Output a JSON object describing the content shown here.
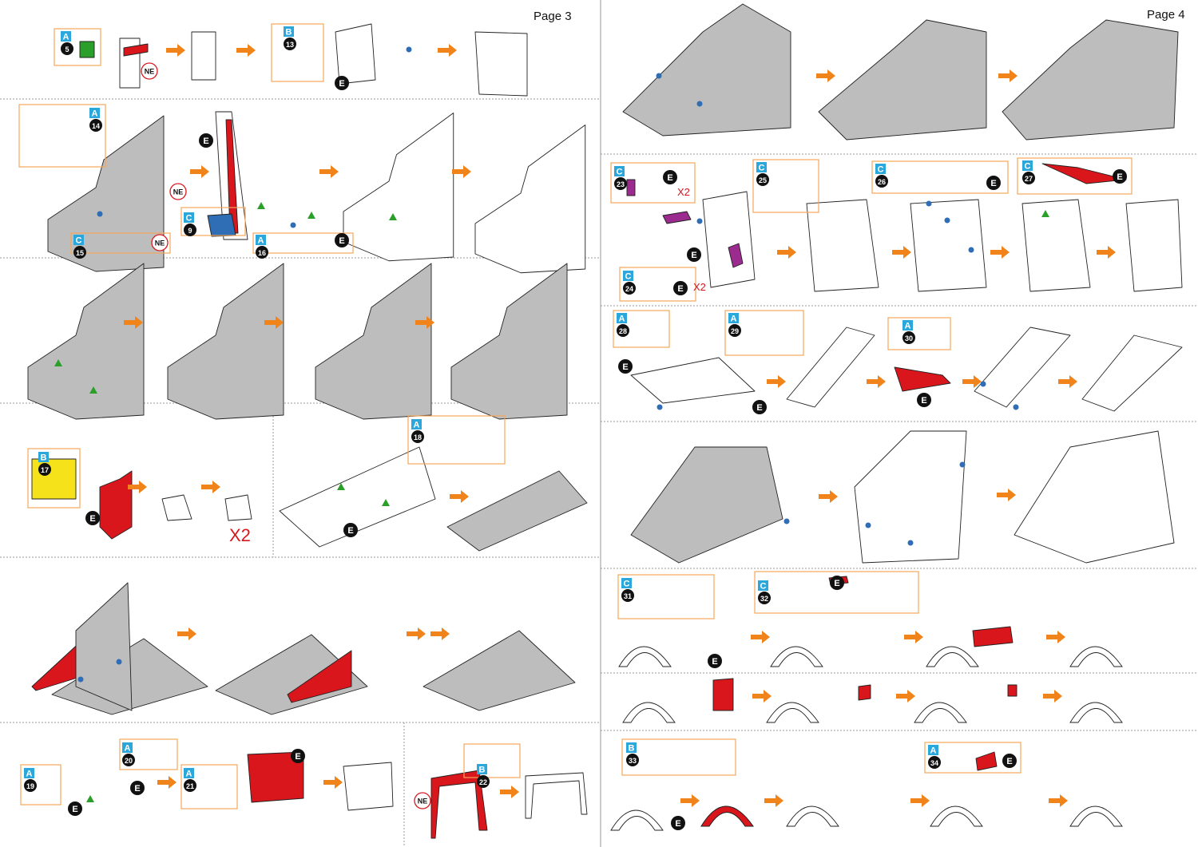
{
  "pages": [
    {
      "label": "Page 3"
    },
    {
      "label": "Page 4"
    }
  ],
  "colors": {
    "part_outline": "#222222",
    "part_fill": "#ffffff",
    "grey_fill": "#bdbdbd",
    "red": "#d9161c",
    "green": "#2aa02a",
    "yellow": "#f5e21b",
    "blue": "#2f6db5",
    "purple": "#9b2b8f",
    "orange_arrow": "#f0841a",
    "callout_border": "#f2a65a",
    "badge_sheet": "#2ca7dc",
    "badge_step": "#111111",
    "ne_ring": "#d9161c",
    "separator": "#999999"
  },
  "icons": {
    "next_step": "orange-arrow-icon",
    "glue_point": "blue-dot-icon",
    "alignment_mark": "green-triangle-icon",
    "tool_marker": "e-tool-icon",
    "not_needed": "ne-mark-icon"
  },
  "labels": {
    "tool": "E",
    "not_needed": "NE",
    "times_two": "X2",
    "times_two_large": "X2"
  },
  "steps": [
    {
      "sheet": "A",
      "num": "5"
    },
    {
      "sheet": "B",
      "num": "13"
    },
    {
      "sheet": "A",
      "num": "14"
    },
    {
      "sheet": "C",
      "num": "9"
    },
    {
      "sheet": "C",
      "num": "15"
    },
    {
      "sheet": "A",
      "num": "16"
    },
    {
      "sheet": "B",
      "num": "17"
    },
    {
      "sheet": "A",
      "num": "18"
    },
    {
      "sheet": "A",
      "num": "19"
    },
    {
      "sheet": "A",
      "num": "20"
    },
    {
      "sheet": "A",
      "num": "21"
    },
    {
      "sheet": "B",
      "num": "22"
    },
    {
      "sheet": "C",
      "num": "23"
    },
    {
      "sheet": "C",
      "num": "24"
    },
    {
      "sheet": "C",
      "num": "25"
    },
    {
      "sheet": "C",
      "num": "26"
    },
    {
      "sheet": "C",
      "num": "27"
    },
    {
      "sheet": "A",
      "num": "28"
    },
    {
      "sheet": "A",
      "num": "29"
    },
    {
      "sheet": "A",
      "num": "30"
    },
    {
      "sheet": "C",
      "num": "31"
    },
    {
      "sheet": "C",
      "num": "32"
    },
    {
      "sheet": "B",
      "num": "33"
    },
    {
      "sheet": "A",
      "num": "34"
    }
  ]
}
